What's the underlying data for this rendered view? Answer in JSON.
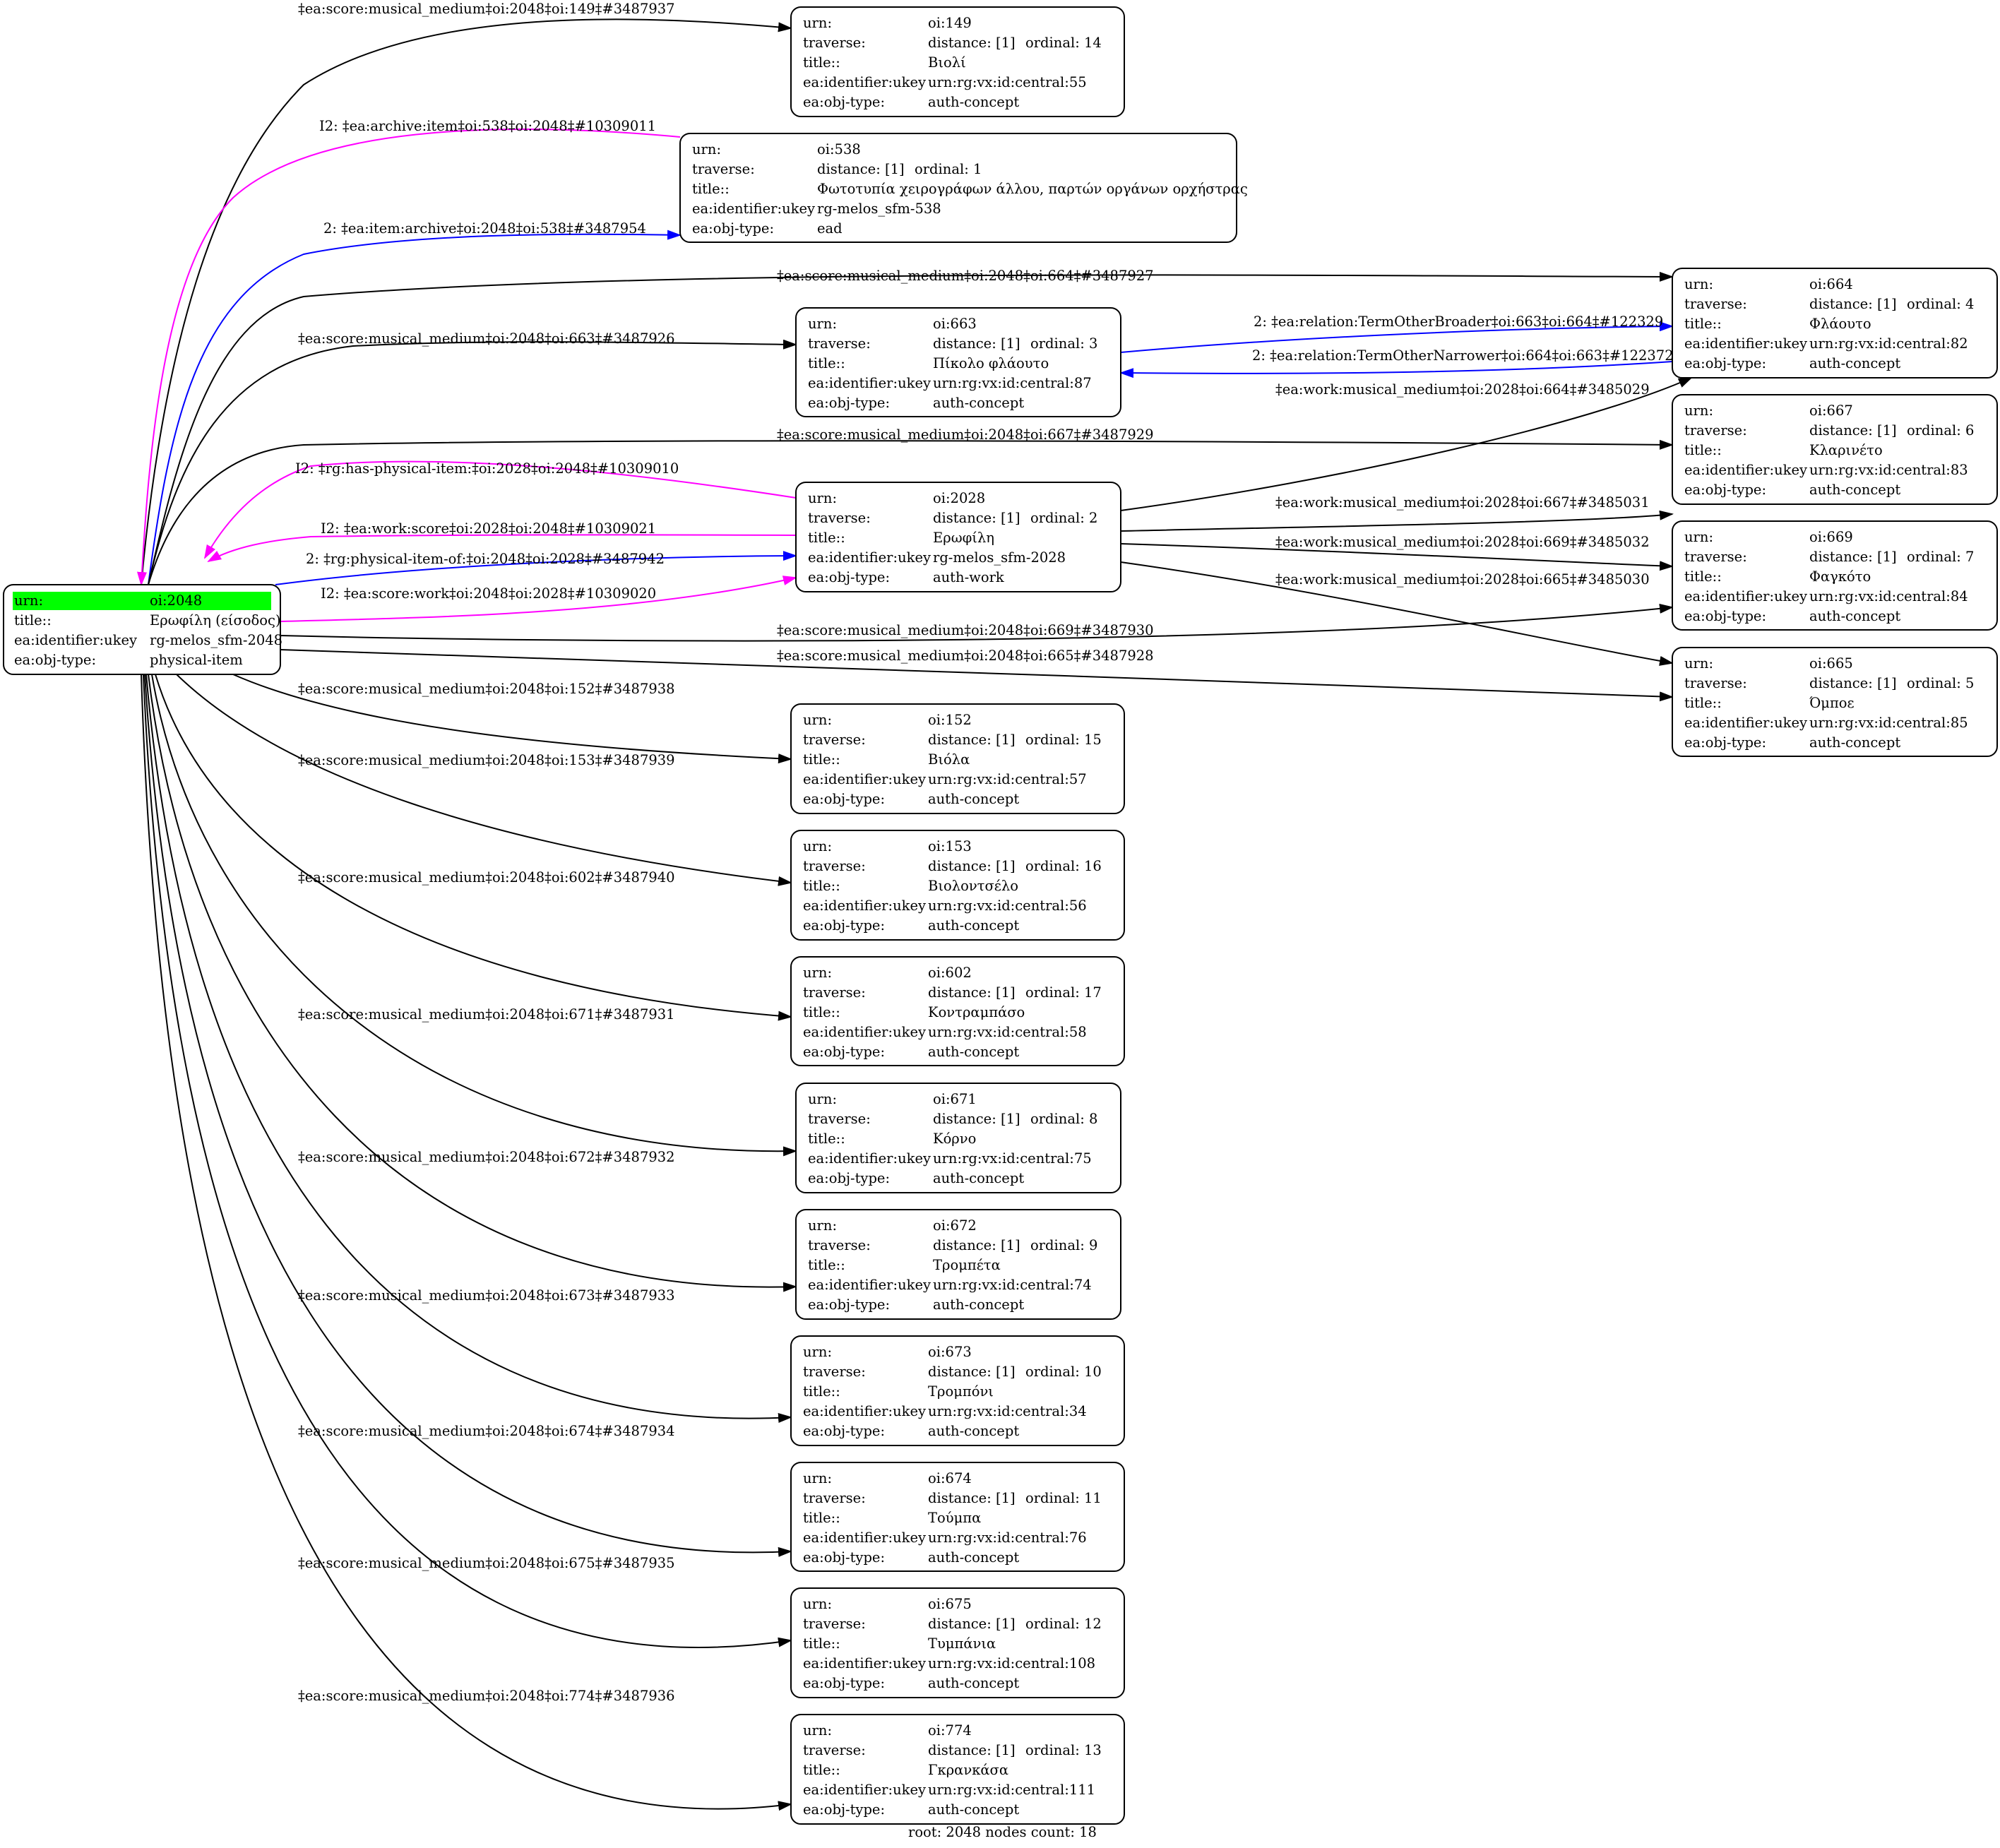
{
  "colors": {
    "edge_default": "#000000",
    "edge_blue": "#0000ff",
    "edge_magenta": "#ff00ff",
    "root_highlight": "#00ff00",
    "focus_fill": "#ff33ff"
  },
  "nodes": [
    {
      "id": "oi2048",
      "rows": [
        [
          "urn:",
          "oi:2048"
        ],
        [
          "title::",
          "Ερωφίλη (είσοδος)"
        ],
        [
          "ea:identifier:ukey",
          "rg-melos_sfm-2048"
        ],
        [
          "ea:obj-type:",
          "physical-item"
        ]
      ]
    },
    {
      "id": "oi149",
      "rows": [
        [
          "urn:",
          "oi:149"
        ],
        [
          "traverse:",
          "distance: [1]",
          "ordinal: 14"
        ],
        [
          "title::",
          "Βιολί"
        ],
        [
          "ea:identifier:ukey",
          "urn:rg:vx:id:central:55"
        ],
        [
          "ea:obj-type:",
          "auth-concept"
        ]
      ]
    },
    {
      "id": "oi538",
      "rows": [
        [
          "urn:",
          "oi:538"
        ],
        [
          "traverse:",
          "distance: [1]",
          "ordinal: 1"
        ],
        [
          "title::",
          "Φωτοτυπία χειρογράφων άλλου, παρτών οργάνων ορχήστρας"
        ],
        [
          "ea:identifier:ukey",
          "rg-melos_sfm-538"
        ],
        [
          "ea:obj-type:",
          "ead"
        ]
      ]
    },
    {
      "id": "oi664",
      "rows": [
        [
          "urn:",
          "oi:664"
        ],
        [
          "traverse:",
          "distance: [1]",
          "ordinal: 4"
        ],
        [
          "title::",
          "Φλάουτο"
        ],
        [
          "ea:identifier:ukey",
          "urn:rg:vx:id:central:82"
        ],
        [
          "ea:obj-type:",
          "auth-concept"
        ]
      ]
    },
    {
      "id": "oi663",
      "rows": [
        [
          "urn:",
          "oi:663"
        ],
        [
          "traverse:",
          "distance: [1]",
          "ordinal: 3"
        ],
        [
          "title::",
          "Πίκολο φλάουτο"
        ],
        [
          "ea:identifier:ukey",
          "urn:rg:vx:id:central:87"
        ],
        [
          "ea:obj-type:",
          "auth-concept"
        ]
      ]
    },
    {
      "id": "oi667",
      "rows": [
        [
          "urn:",
          "oi:667"
        ],
        [
          "traverse:",
          "distance: [1]",
          "ordinal: 6"
        ],
        [
          "title::",
          "Κλαρινέτο"
        ],
        [
          "ea:identifier:ukey",
          "urn:rg:vx:id:central:83"
        ],
        [
          "ea:obj-type:",
          "auth-concept"
        ]
      ]
    },
    {
      "id": "oi2028",
      "rows": [
        [
          "urn:",
          "oi:2028"
        ],
        [
          "traverse:",
          "distance: [1]",
          "ordinal: 2"
        ],
        [
          "title::",
          "Ερωφίλη"
        ],
        [
          "ea:identifier:ukey",
          "rg-melos_sfm-2028"
        ],
        [
          "ea:obj-type:",
          "auth-work"
        ]
      ]
    },
    {
      "id": "oi669",
      "rows": [
        [
          "urn:",
          "oi:669"
        ],
        [
          "traverse:",
          "distance: [1]",
          "ordinal: 7"
        ],
        [
          "title::",
          "Φαγκότο"
        ],
        [
          "ea:identifier:ukey",
          "urn:rg:vx:id:central:84"
        ],
        [
          "ea:obj-type:",
          "auth-concept"
        ]
      ]
    },
    {
      "id": "oi665",
      "rows": [
        [
          "urn:",
          "oi:665"
        ],
        [
          "traverse:",
          "distance: [1]",
          "ordinal: 5"
        ],
        [
          "title::",
          "Όμποε"
        ],
        [
          "ea:identifier:ukey",
          "urn:rg:vx:id:central:85"
        ],
        [
          "ea:obj-type:",
          "auth-concept"
        ]
      ]
    },
    {
      "id": "oi152",
      "rows": [
        [
          "urn:",
          "oi:152"
        ],
        [
          "traverse:",
          "distance: [1]",
          "ordinal: 15"
        ],
        [
          "title::",
          "Βιόλα"
        ],
        [
          "ea:identifier:ukey",
          "urn:rg:vx:id:central:57"
        ],
        [
          "ea:obj-type:",
          "auth-concept"
        ]
      ]
    },
    {
      "id": "oi153",
      "rows": [
        [
          "urn:",
          "oi:153"
        ],
        [
          "traverse:",
          "distance: [1]",
          "ordinal: 16"
        ],
        [
          "title::",
          "Βιολοντσέλο"
        ],
        [
          "ea:identifier:ukey",
          "urn:rg:vx:id:central:56"
        ],
        [
          "ea:obj-type:",
          "auth-concept"
        ]
      ]
    },
    {
      "id": "oi602",
      "rows": [
        [
          "urn:",
          "oi:602"
        ],
        [
          "traverse:",
          "distance: [1]",
          "ordinal: 17"
        ],
        [
          "title::",
          "Κοντραμπάσο"
        ],
        [
          "ea:identifier:ukey",
          "urn:rg:vx:id:central:58"
        ],
        [
          "ea:obj-type:",
          "auth-concept"
        ]
      ]
    },
    {
      "id": "oi671",
      "rows": [
        [
          "urn:",
          "oi:671"
        ],
        [
          "traverse:",
          "distance: [1]",
          "ordinal: 8"
        ],
        [
          "title::",
          "Κόρνο"
        ],
        [
          "ea:identifier:ukey",
          "urn:rg:vx:id:central:75"
        ],
        [
          "ea:obj-type:",
          "auth-concept"
        ]
      ]
    },
    {
      "id": "oi672",
      "rows": [
        [
          "urn:",
          "oi:672"
        ],
        [
          "traverse:",
          "distance: [1]",
          "ordinal: 9"
        ],
        [
          "title::",
          "Τρομπέτα"
        ],
        [
          "ea:identifier:ukey",
          "urn:rg:vx:id:central:74"
        ],
        [
          "ea:obj-type:",
          "auth-concept"
        ]
      ]
    },
    {
      "id": "oi673",
      "rows": [
        [
          "urn:",
          "oi:673"
        ],
        [
          "traverse:",
          "distance: [1]",
          "ordinal: 10"
        ],
        [
          "title::",
          "Τρομπόνι"
        ],
        [
          "ea:identifier:ukey",
          "urn:rg:vx:id:central:34"
        ],
        [
          "ea:obj-type:",
          "auth-concept"
        ]
      ]
    },
    {
      "id": "oi674",
      "rows": [
        [
          "urn:",
          "oi:674"
        ],
        [
          "traverse:",
          "distance: [1]",
          "ordinal: 11"
        ],
        [
          "title::",
          "Τούμπα"
        ],
        [
          "ea:identifier:ukey",
          "urn:rg:vx:id:central:76"
        ],
        [
          "ea:obj-type:",
          "auth-concept"
        ]
      ]
    },
    {
      "id": "oi675",
      "rows": [
        [
          "urn:",
          "oi:675"
        ],
        [
          "traverse:",
          "distance: [1]",
          "ordinal: 12"
        ],
        [
          "title::",
          "Τυμπάνια"
        ],
        [
          "ea:identifier:ukey",
          "urn:rg:vx:id:central:108"
        ],
        [
          "ea:obj-type:",
          "auth-concept"
        ]
      ]
    },
    {
      "id": "oi774",
      "rows": [
        [
          "urn:",
          "oi:774"
        ],
        [
          "traverse:",
          "distance: [1]",
          "ordinal: 13"
        ],
        [
          "title::",
          "Γκρανκάσα"
        ],
        [
          "ea:identifier:ukey",
          "urn:rg:vx:id:central:111"
        ],
        [
          "ea:obj-type:",
          "auth-concept"
        ]
      ]
    }
  ],
  "edges": [
    {
      "id": "e-149",
      "label": "‡ea:score:musical_medium‡oi:2048‡oi:149‡#3487937",
      "color": "default",
      "from": "oi2048",
      "to": "oi149"
    },
    {
      "id": "e-538-back",
      "label": "I2: ‡ea:archive:item‡oi:538‡oi:2048‡#10309011",
      "color": "magenta",
      "from": "oi538",
      "to": "oi2048"
    },
    {
      "id": "e-538",
      "label": "2: ‡ea:item:archive‡oi:2048‡oi:538‡#3487954",
      "color": "blue",
      "from": "oi2048",
      "to": "oi538"
    },
    {
      "id": "e-664",
      "label": "‡ea:score:musical_medium‡oi:2048‡oi:664‡#3487927",
      "color": "default",
      "from": "oi2048",
      "to": "oi664"
    },
    {
      "id": "e-663",
      "label": "‡ea:score:musical_medium‡oi:2048‡oi:663‡#3487926",
      "color": "default",
      "from": "oi2048",
      "to": "oi663"
    },
    {
      "id": "e-663-664",
      "label": "2: ‡ea:relation:TermOtherBroader‡oi:663‡oi:664‡#122329",
      "color": "blue",
      "from": "oi663",
      "to": "oi664"
    },
    {
      "id": "e-664-663",
      "label": "2: ‡ea:relation:TermOtherNarrower‡oi:664‡oi:663‡#122372",
      "color": "blue",
      "from": "oi664",
      "to": "oi663"
    },
    {
      "id": "e-2028-664",
      "label": "‡ea:work:musical_medium‡oi:2028‡oi:664‡#3485029",
      "color": "default",
      "from": "oi2028",
      "to": "oi664"
    },
    {
      "id": "e-667",
      "label": "‡ea:score:musical_medium‡oi:2048‡oi:667‡#3487929",
      "color": "default",
      "from": "oi2048",
      "to": "oi667"
    },
    {
      "id": "e-2028-phys",
      "label": "I2: ‡rg:has-physical-item:‡oi:2028‡oi:2048‡#10309010",
      "color": "magenta",
      "from": "oi2028",
      "to": "oi2048"
    },
    {
      "id": "e-2028-score",
      "label": "I2: ‡ea:work:score‡oi:2028‡oi:2048‡#10309021",
      "color": "magenta",
      "from": "oi2028",
      "to": "oi2048"
    },
    {
      "id": "e-2048-physof",
      "label": "2: ‡rg:physical-item-of:‡oi:2048‡oi:2028‡#3487942",
      "color": "blue",
      "from": "oi2048",
      "to": "oi2028"
    },
    {
      "id": "e-2048-scorework",
      "label": "I2: ‡ea:score:work‡oi:2048‡oi:2028‡#10309020",
      "color": "magenta",
      "from": "oi2048",
      "to": "oi2028"
    },
    {
      "id": "e-2028-667",
      "label": "‡ea:work:musical_medium‡oi:2028‡oi:667‡#3485031",
      "color": "default",
      "from": "oi2028",
      "to": "oi667"
    },
    {
      "id": "e-2028-669",
      "label": "‡ea:work:musical_medium‡oi:2028‡oi:669‡#3485032",
      "color": "default",
      "from": "oi2028",
      "to": "oi669"
    },
    {
      "id": "e-2028-665",
      "label": "‡ea:work:musical_medium‡oi:2028‡oi:665‡#3485030",
      "color": "default",
      "from": "oi2028",
      "to": "oi665"
    },
    {
      "id": "e-669",
      "label": "‡ea:score:musical_medium‡oi:2048‡oi:669‡#3487930",
      "color": "default",
      "from": "oi2048",
      "to": "oi669"
    },
    {
      "id": "e-665",
      "label": "‡ea:score:musical_medium‡oi:2048‡oi:665‡#3487928",
      "color": "default",
      "from": "oi2048",
      "to": "oi665"
    },
    {
      "id": "e-152",
      "label": "‡ea:score:musical_medium‡oi:2048‡oi:152‡#3487938",
      "color": "default",
      "from": "oi2048",
      "to": "oi152"
    },
    {
      "id": "e-153",
      "label": "‡ea:score:musical_medium‡oi:2048‡oi:153‡#3487939",
      "color": "default",
      "from": "oi2048",
      "to": "oi153"
    },
    {
      "id": "e-602",
      "label": "‡ea:score:musical_medium‡oi:2048‡oi:602‡#3487940",
      "color": "default",
      "from": "oi2048",
      "to": "oi602"
    },
    {
      "id": "e-671",
      "label": "‡ea:score:musical_medium‡oi:2048‡oi:671‡#3487931",
      "color": "default",
      "from": "oi2048",
      "to": "oi671"
    },
    {
      "id": "e-672",
      "label": "‡ea:score:musical_medium‡oi:2048‡oi:672‡#3487932",
      "color": "default",
      "from": "oi2048",
      "to": "oi672"
    },
    {
      "id": "e-673",
      "label": "‡ea:score:musical_medium‡oi:2048‡oi:673‡#3487933",
      "color": "default",
      "from": "oi2048",
      "to": "oi673"
    },
    {
      "id": "e-674",
      "label": "‡ea:score:musical_medium‡oi:2048‡oi:674‡#3487934",
      "color": "default",
      "from": "oi2048",
      "to": "oi674"
    },
    {
      "id": "e-675",
      "label": "‡ea:score:musical_medium‡oi:2048‡oi:675‡#3487935",
      "color": "default",
      "from": "oi2048",
      "to": "oi675"
    },
    {
      "id": "e-774",
      "label": "‡ea:score:musical_medium‡oi:2048‡oi:774‡#3487936",
      "color": "default",
      "from": "oi2048",
      "to": "oi774"
    }
  ],
  "footer": "root: 2048 nodes count: 18"
}
